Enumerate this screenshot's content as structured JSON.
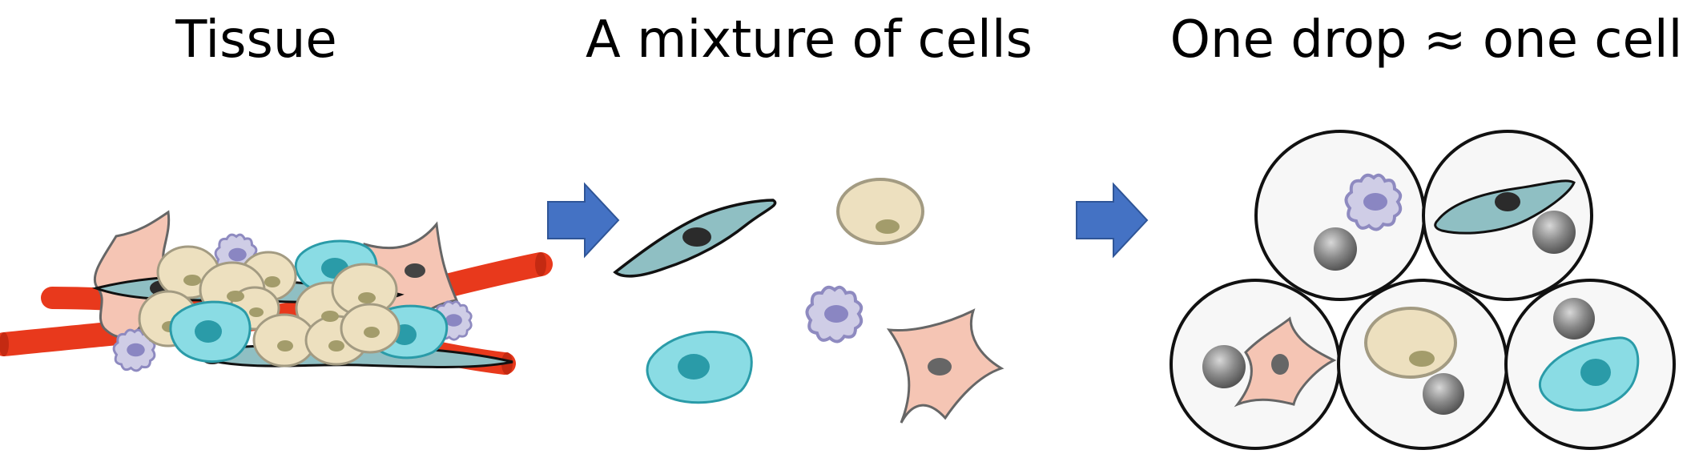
{
  "headings": {
    "tissue": "Tissue",
    "mixture": "A mixture of cells",
    "drop": "One drop ≈ one cell"
  },
  "colors": {
    "arrow": "#4472C4",
    "vessel": "#E8391C",
    "fibroblast": "#8FBFC3",
    "beige_cell": "#EDE0BF",
    "cyan_cell": "#8ADCE4",
    "pink_cell": "#F5C5B4",
    "purple_cell": "#CFCDE6",
    "droplet": "#F7F7F7",
    "bead": "#888888"
  },
  "icons": [
    "arrow-right-icon",
    "cell-icon",
    "bead-icon",
    "droplet-icon",
    "blood-vessel-icon"
  ]
}
